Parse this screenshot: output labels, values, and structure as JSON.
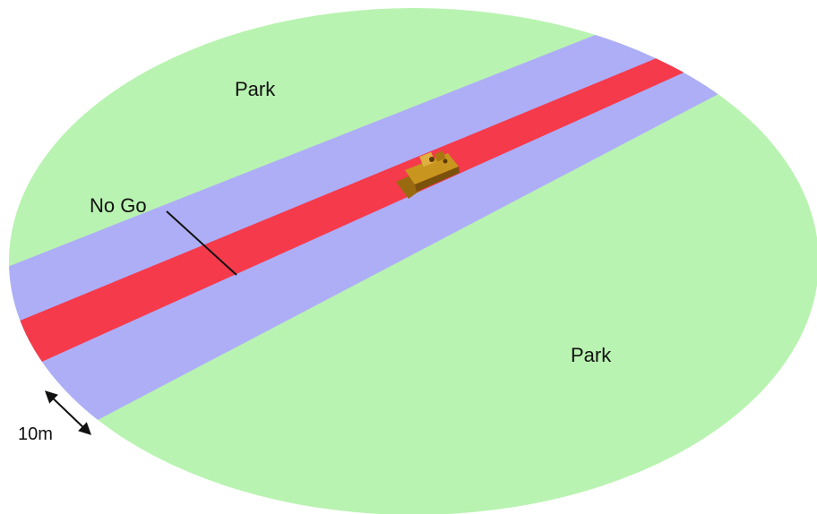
{
  "labels": {
    "park_top": "Park",
    "park_bottom": "Park",
    "no_go": "No Go",
    "scale": "10m"
  },
  "colors": {
    "park": "#b9f3b1",
    "buffer_band": "#aeaef7",
    "no_go_strip": "#f53a4b",
    "vehicle": "#c8961e",
    "annotation": "#111111"
  },
  "icons": {
    "vehicle": "bulldozer-icon"
  }
}
